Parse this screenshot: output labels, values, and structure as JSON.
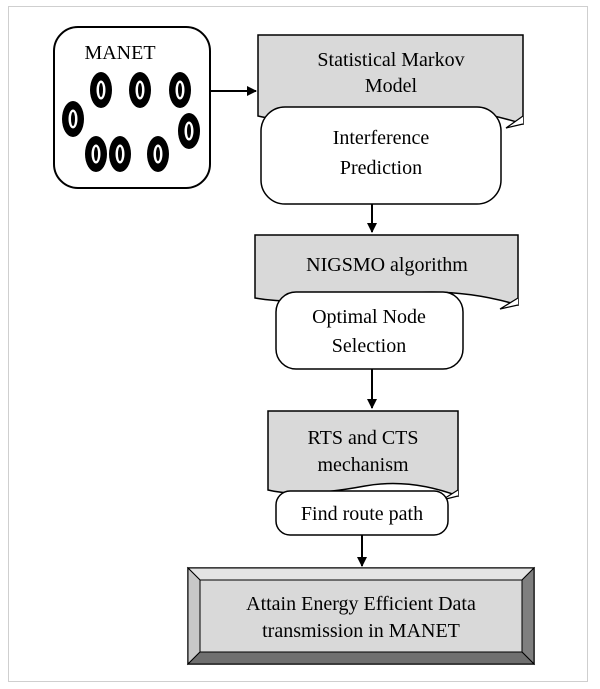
{
  "diagram": {
    "manet_box": {
      "label": "MANET"
    },
    "stage1": {
      "title_lines": [
        "Statistical Markov",
        "Model"
      ],
      "sub_lines": [
        "Interference",
        "Prediction"
      ]
    },
    "stage2": {
      "title_lines": [
        "NIGSMO algorithm"
      ],
      "sub_lines": [
        "Optimal Node",
        "Selection"
      ]
    },
    "stage3": {
      "title_lines": [
        "RTS and CTS",
        "mechanism"
      ],
      "sub_lines": [
        "Find route path"
      ]
    },
    "final": {
      "lines": [
        "Attain Energy Efficient Data",
        "transmission in MANET"
      ]
    }
  }
}
